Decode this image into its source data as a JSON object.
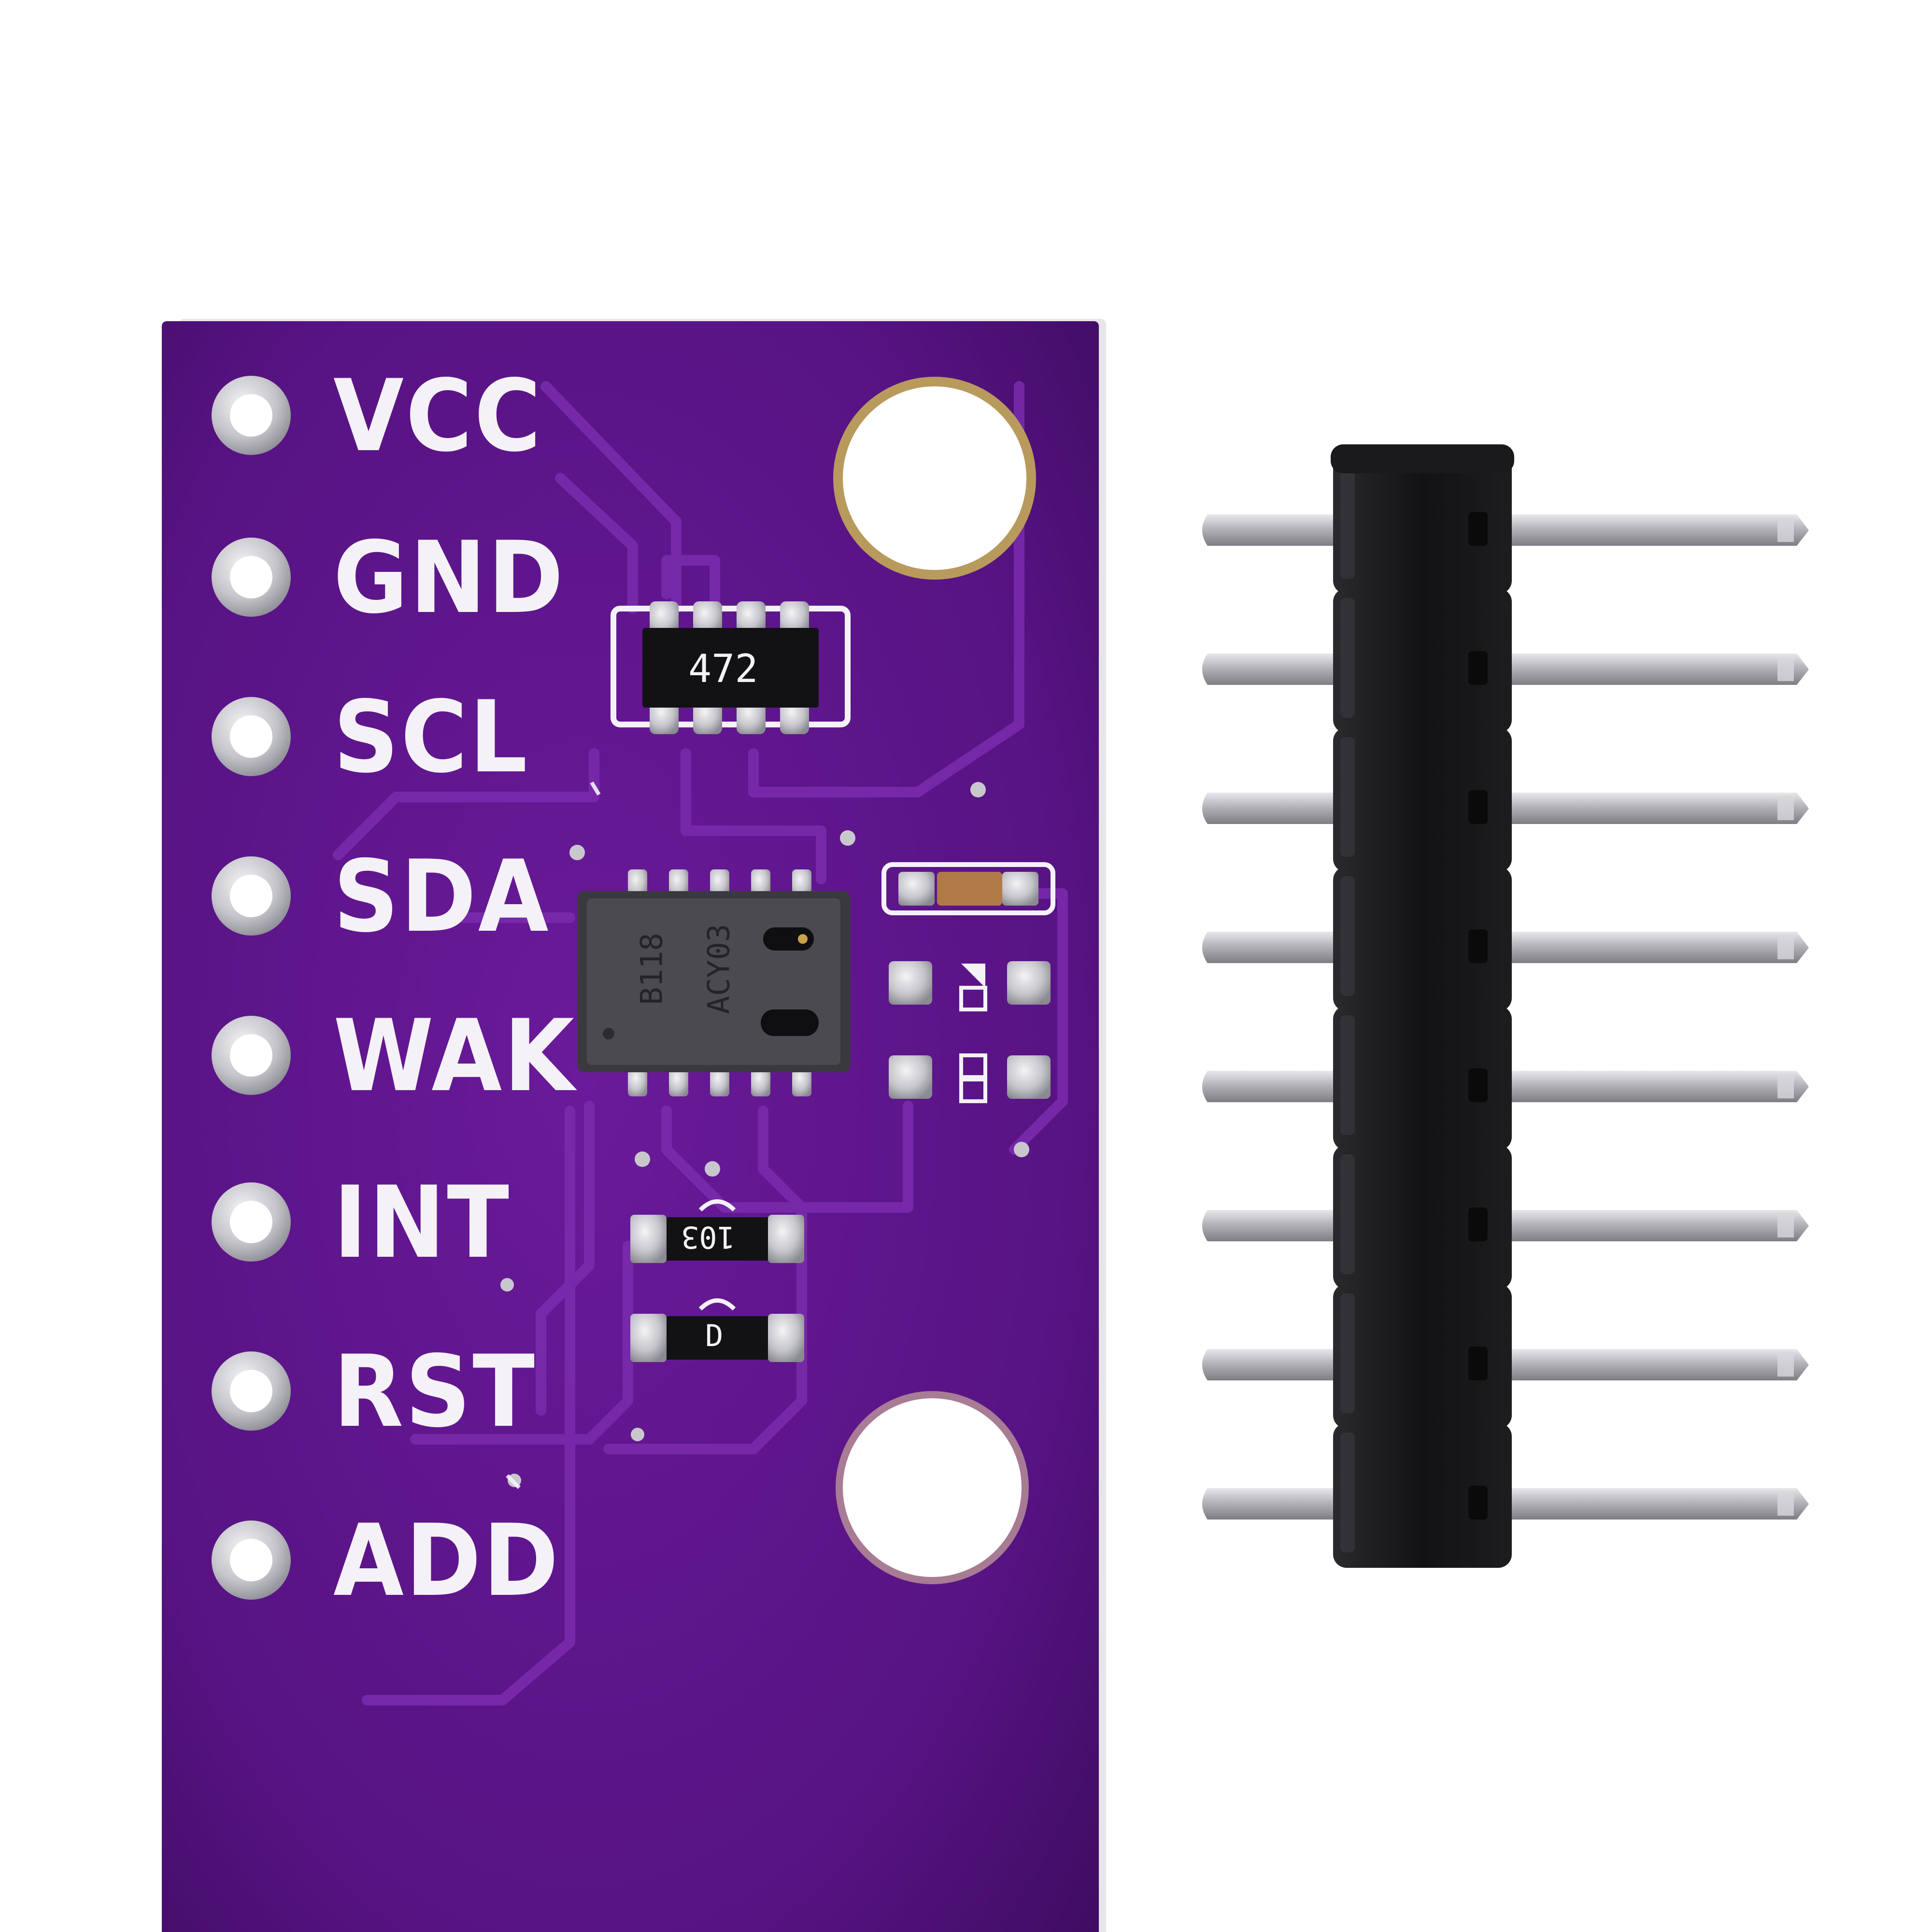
{
  "pins": [
    {
      "label": "VCC"
    },
    {
      "label": "GND"
    },
    {
      "label": "SCL"
    },
    {
      "label": "SDA"
    },
    {
      "label": "WAK"
    },
    {
      "label": "INT"
    },
    {
      "label": "RST"
    },
    {
      "label": "ADD"
    }
  ],
  "components": {
    "resistor_array_marking": "472",
    "sensor_marking_line1": "B118",
    "sensor_marking_line2": "ACY03",
    "resistor_marking": "103",
    "diode_marking": "D"
  },
  "colors": {
    "background": "#ffffff",
    "pcb": "#5b1587",
    "silkscreen": "#f4f2f6",
    "pad_silver": "#c9c9cf",
    "header_plastic": "#141416",
    "pin_metal": "#b8b8bc"
  },
  "header": {
    "pin_count": 8
  }
}
